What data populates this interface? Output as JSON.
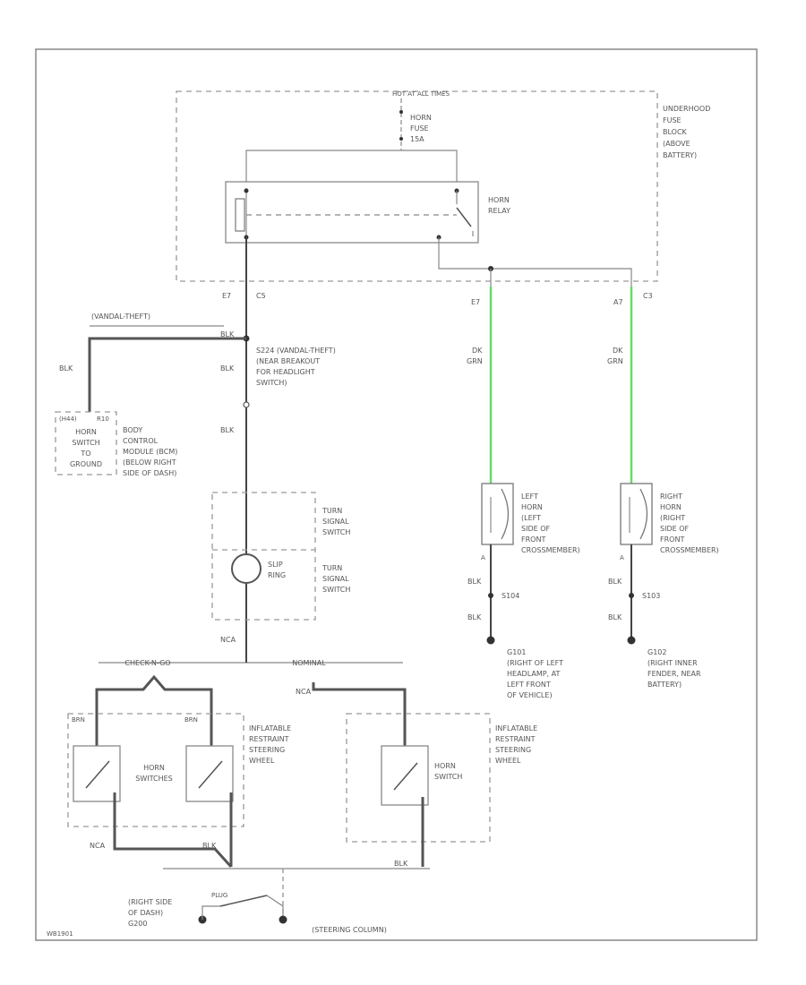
{
  "fuse_block": {
    "header": "HOT AT ALL TIMES",
    "label_lines": [
      "UNDERHOOD",
      "FUSE",
      "BLOCK",
      "(ABOVE",
      "BATTERY)"
    ],
    "fuse_lines": [
      "HORN",
      "FUSE",
      "15A"
    ],
    "relay_lines": [
      "HORN",
      "RELAY"
    ],
    "pin_left_num": "E7",
    "pin_left_conn": "C5",
    "pin_mid_num": "E7",
    "pin_right_num": "A7",
    "pin_right_conn": "C3"
  },
  "left_branch": {
    "heading": "(VANDAL-THEFT)",
    "wire_blk_1": "BLK",
    "wire_blk_2": "BLK",
    "wire_blk_3": "BLK",
    "wire_blk_4": "BLK",
    "splice_lines": [
      "S224 (VANDAL-THEFT)",
      "(NEAR BREAKOUT",
      "FOR HEADLIGHT",
      "SWITCH)"
    ],
    "bcm_pin_a": "(H44)",
    "bcm_pin_b": "R10",
    "bcm_inner_lines": [
      "HORN",
      "SWITCH",
      "TO",
      "GROUND"
    ],
    "bcm_label_lines": [
      "BODY",
      "CONTROL",
      "MODULE (BCM)",
      "(BELOW RIGHT",
      "SIDE OF DASH)"
    ]
  },
  "column": {
    "turn_label_1": [
      "TURN",
      "SIGNAL",
      "SWITCH"
    ],
    "turn_label_2": [
      "TURN",
      "SIGNAL",
      "SWITCH"
    ],
    "slip_ring": [
      "SLIP",
      "RING"
    ],
    "bottom_wire": "NCA"
  },
  "left_horn": {
    "wire_top_1": "DK",
    "wire_top_2": "GRN",
    "label_lines": [
      "LEFT",
      "HORN",
      "(LEFT",
      "SIDE OF",
      "FRONT",
      "CROSSMEMBER)"
    ],
    "pin": "A",
    "wire_mid": "BLK",
    "splice": "S104",
    "wire_bot": "BLK",
    "ground": "G101",
    "ground_lines": [
      "(RIGHT OF LEFT",
      "HEADLAMP, AT",
      "LEFT FRONT",
      "OF VEHICLE)"
    ]
  },
  "right_horn": {
    "wire_top_1": "DK",
    "wire_top_2": "GRN",
    "label_lines": [
      "RIGHT",
      "HORN",
      "(RIGHT",
      "SIDE OF",
      "FRONT",
      "CROSSMEMBER)"
    ],
    "pin": "A",
    "wire_mid": "BLK",
    "splice": "S103",
    "wire_bot": "BLK",
    "ground": "G102",
    "ground_lines": [
      "(RIGHT INNER",
      "FENDER, NEAR",
      "BATTERY)"
    ]
  },
  "steering": {
    "left_option": "CHECK-N-GO",
    "right_option": "NOMINAL",
    "wire_nca_top": "NCA",
    "left_pin_a": "BRN",
    "left_pin_b": "BRN",
    "left_switch_lines": [
      "HORN",
      "SWITCHES"
    ],
    "left_label_lines": [
      "INFLATABLE",
      "RESTRAINT",
      "STEERING",
      "WHEEL"
    ],
    "right_switch_lines": [
      "HORN",
      "SWITCH"
    ],
    "right_label_lines": [
      "INFLATABLE",
      "RESTRAINT",
      "STEERING",
      "WHEEL"
    ],
    "wire_nca_left": "NCA",
    "wire_blk_left": "BLK",
    "wire_blk_right": "BLK"
  },
  "bottom": {
    "ground_lines": [
      "(RIGHT SIDE",
      "OF DASH)",
      "G200"
    ],
    "connector_label": "PLUG",
    "column_label": "(STEERING COLUMN)",
    "corner_code": "WB1901"
  }
}
